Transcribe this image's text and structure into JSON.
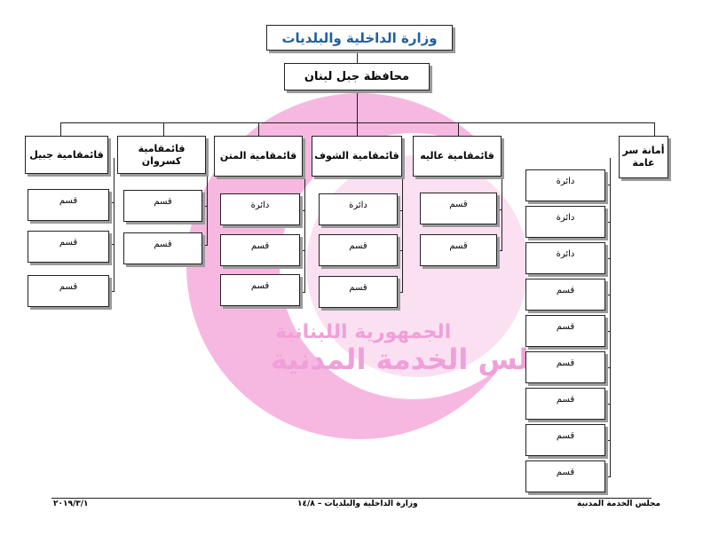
{
  "title": "وزارة الداخلية والبلديات",
  "governorate": "محافظة جبل لبنان",
  "watermark": {
    "line1": "الجمهورية اللبنانية",
    "line2": "مجلس الخدمة المدنية",
    "color": "#f0a0d8"
  },
  "units": {
    "jbeil": {
      "name": "قائمقامية جبيل",
      "subs": [
        "قسم",
        "قسم",
        "قسم"
      ]
    },
    "kesrouan": {
      "name": "قائمقامية كسروان",
      "subs": [
        "قسم",
        "قسم"
      ]
    },
    "metn": {
      "name": "قائمقامية المتن",
      "subs": [
        "دائرة",
        "قسم",
        "قسم"
      ]
    },
    "chouf": {
      "name": "قائمقامية الشوف",
      "subs": [
        "دائرة",
        "قسم",
        "قسم"
      ]
    },
    "aley": {
      "name": "قائمقامية عاليه",
      "subs": [
        "قسم",
        "قسم"
      ]
    },
    "secretariat": {
      "name": "أمانة سر عامة",
      "subs": [
        "دائرة",
        "دائرة",
        "دائرة",
        "قسم",
        "قسم",
        "قسم",
        "قسم",
        "قسم",
        "قسم"
      ]
    }
  },
  "footer": {
    "left": "٢٠١٩/٣/١",
    "center": "وزارة الداخلية والبلديات – ١٤/٨",
    "right": "مجلس الخدمة المدنية"
  }
}
